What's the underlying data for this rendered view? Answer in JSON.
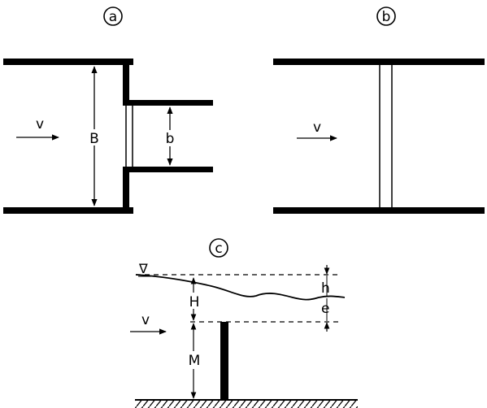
{
  "panels": {
    "a": {
      "label": "a",
      "velocity_label": "v",
      "channel_width_label": "B",
      "opening_width_label": "b"
    },
    "b": {
      "label": "b",
      "velocity_label": "v"
    },
    "c": {
      "label": "c",
      "velocity_label": "v",
      "water_surface_symbol": "∇",
      "labels": {
        "upstream_head": "H",
        "drop": "h",
        "submergence": "e",
        "weir_height": "M"
      }
    }
  },
  "colors": {
    "ink": "#000000",
    "background": "#ffffff"
  }
}
